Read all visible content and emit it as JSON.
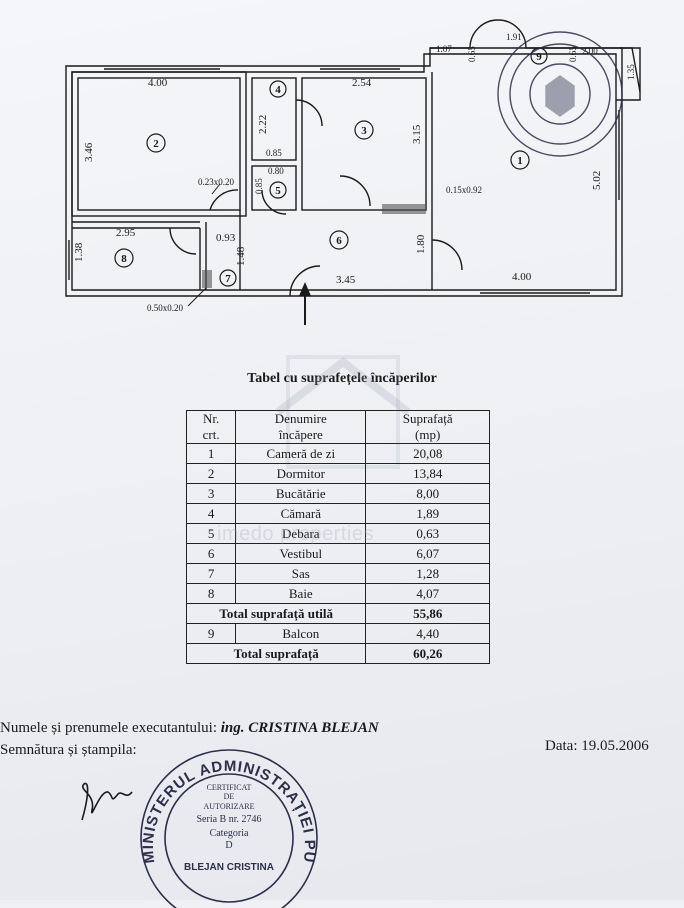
{
  "plan": {
    "dimensions": [
      "4.00",
      "2.54",
      "1.07",
      "1.91",
      "0.65",
      "2.00",
      "0.65",
      "1.35",
      "3.46",
      "2.22",
      "3.15",
      "5.02",
      "0.85",
      "0.80",
      "0.85",
      "0.23x0.20",
      "0.15x0.92",
      "2.95",
      "0.93",
      "1.38",
      "1.48",
      "1.80",
      "3.45",
      "4.00",
      "0.50x0.20"
    ],
    "room_numbers": [
      "1",
      "2",
      "3",
      "4",
      "5",
      "6",
      "7",
      "8",
      "9"
    ]
  },
  "table": {
    "title": "Tabel cu suprafețele încăperilor",
    "headers": {
      "nr": [
        "Nr.",
        "crt."
      ],
      "denumire": [
        "Denumire",
        "încăpere"
      ],
      "suprafata": [
        "Suprafață",
        "(mp)"
      ]
    },
    "rows": [
      {
        "nr": "1",
        "name": "Cameră de zi",
        "area": "20,08"
      },
      {
        "nr": "2",
        "name": "Dormitor",
        "area": "13,84"
      },
      {
        "nr": "3",
        "name": "Bucătărie",
        "area": "8,00"
      },
      {
        "nr": "4",
        "name": "Cămară",
        "area": "1,89"
      },
      {
        "nr": "5",
        "name": "Debara",
        "area": "0,63"
      },
      {
        "nr": "6",
        "name": "Vestibul",
        "area": "6,07"
      },
      {
        "nr": "7",
        "name": "Sas",
        "area": "1,28"
      },
      {
        "nr": "8",
        "name": "Baie",
        "area": "4,07"
      }
    ],
    "total_util": {
      "label": "Total suprafață utilă",
      "area": "55,86"
    },
    "balcony": {
      "nr": "9",
      "name": "Balcon",
      "area": "4,40"
    },
    "total": {
      "label": "Total suprafață",
      "area": "60,26"
    }
  },
  "watermark": "imedo properties",
  "footer": {
    "executor_label": "Numele și prenumele executantului:",
    "executor_name": "ing. CRISTINA BLEJAN",
    "signature_label": "Semnătura și ștampila:",
    "date": "Data: 19.05.2006"
  },
  "stamp": {
    "ring_text": "MINISTERUL ADMINISTRAȚIEI PUBLICE",
    "line1": "CERTIFICAT",
    "line2": "DE",
    "line3": "AUTORIZARE",
    "line4": "Seria B nr. 2746",
    "line5": "Categoria",
    "line6": "D",
    "line7": "BLEJAN CRISTINA"
  },
  "colors": {
    "ink": "#1a1a1a",
    "stamp": "#2b2f4a",
    "paper": "#eef0f4"
  }
}
